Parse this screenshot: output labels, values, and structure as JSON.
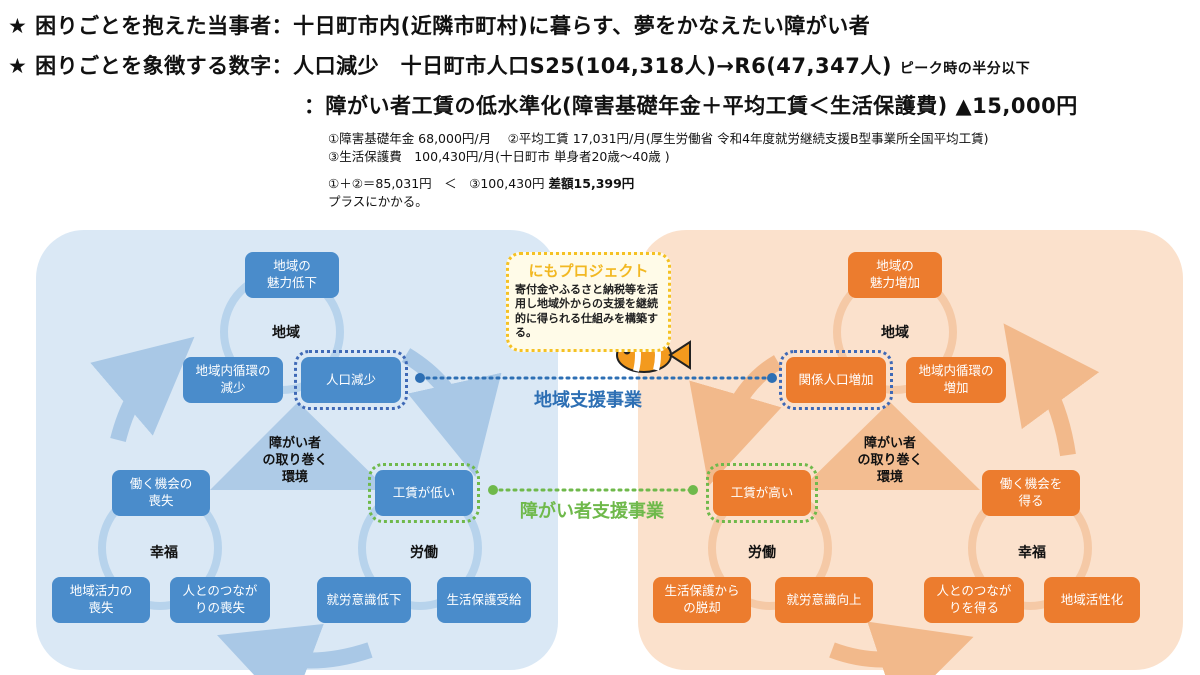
{
  "header": {
    "line1_label": "★ 困りごとを抱えた当事者：",
    "line1_text": "十日町市内(近隣市町村)に暮らす、夢をかなえたい障がい者",
    "line2_label": "★ 困りごとを象徴する数字：",
    "line2_text": "人口減少　十日町市人口S25(104,318人)→R6(47,347人)",
    "line2_suffix": "ピーク時の半分以下",
    "line3_text": "：障がい者工賃の低水準化(障害基礎年金＋平均工賃＜生活保護費) ▲15,000円"
  },
  "notes": {
    "n1": "①障害基礎年金 68,000円/月　 ②平均工賃 17,031円/月(厚生労働省 令和4年度就労継続支援B型事業所全国平均工賃)",
    "n2": "③生活保護費　100,430円/月(十日町市 単身者20歳～40歳 )",
    "n3_a": "①＋②＝85,031円　＜　③100,430円",
    "n3_b": "差額15,399円",
    "n4": "プラスにかかる。"
  },
  "left": {
    "top_box": "地域の\n魅力低下",
    "region_label": "地域",
    "circ_box": "地域内循環の\n減少",
    "pop_box": "人口減少",
    "center": "障がい者\nの取り巻く\n環境",
    "work_box": "働く機会の\n喪失",
    "wage_box": "工賃が低い",
    "happy_label": "幸福",
    "labor_label": "労働",
    "vital_box": "地域活力の\n喪失",
    "conn_box": "人とのつなが\nりの喪失",
    "will_box": "就労意識低下",
    "welfare_box": "生活保護受給"
  },
  "right": {
    "top_box": "地域の\n魅力増加",
    "region_label": "地域",
    "rel_box": "関係人口増加",
    "circ_box": "地域内循環の\n増加",
    "center": "障がい者\nの取り巻く\n環境",
    "wage_box": "工賃が高い",
    "work_box": "働く機会を\n得る",
    "labor_label": "労働",
    "happy_label": "幸福",
    "escape_box": "生活保護から\nの脱却",
    "will_box": "就労意識向上",
    "conn_box": "人とのつなが\nりを得る",
    "vital_box": "地域活性化"
  },
  "connectors": {
    "region_support": "地域支援事業",
    "disability_support": "障がい者支援事業"
  },
  "nimo": {
    "title": "にもプロジェクト",
    "desc": "寄付金やふるさと納税等を活用し地域外からの支援を継続的に得られる仕組みを構築する。"
  },
  "colors": {
    "blue_box": "#4a8ccb",
    "orange_box": "#ec7c2e",
    "blue_panel": "#dae8f5",
    "orange_panel": "#fbe1cc",
    "connector_blue": "#2d6fb4",
    "connector_green": "#6fb94b"
  }
}
